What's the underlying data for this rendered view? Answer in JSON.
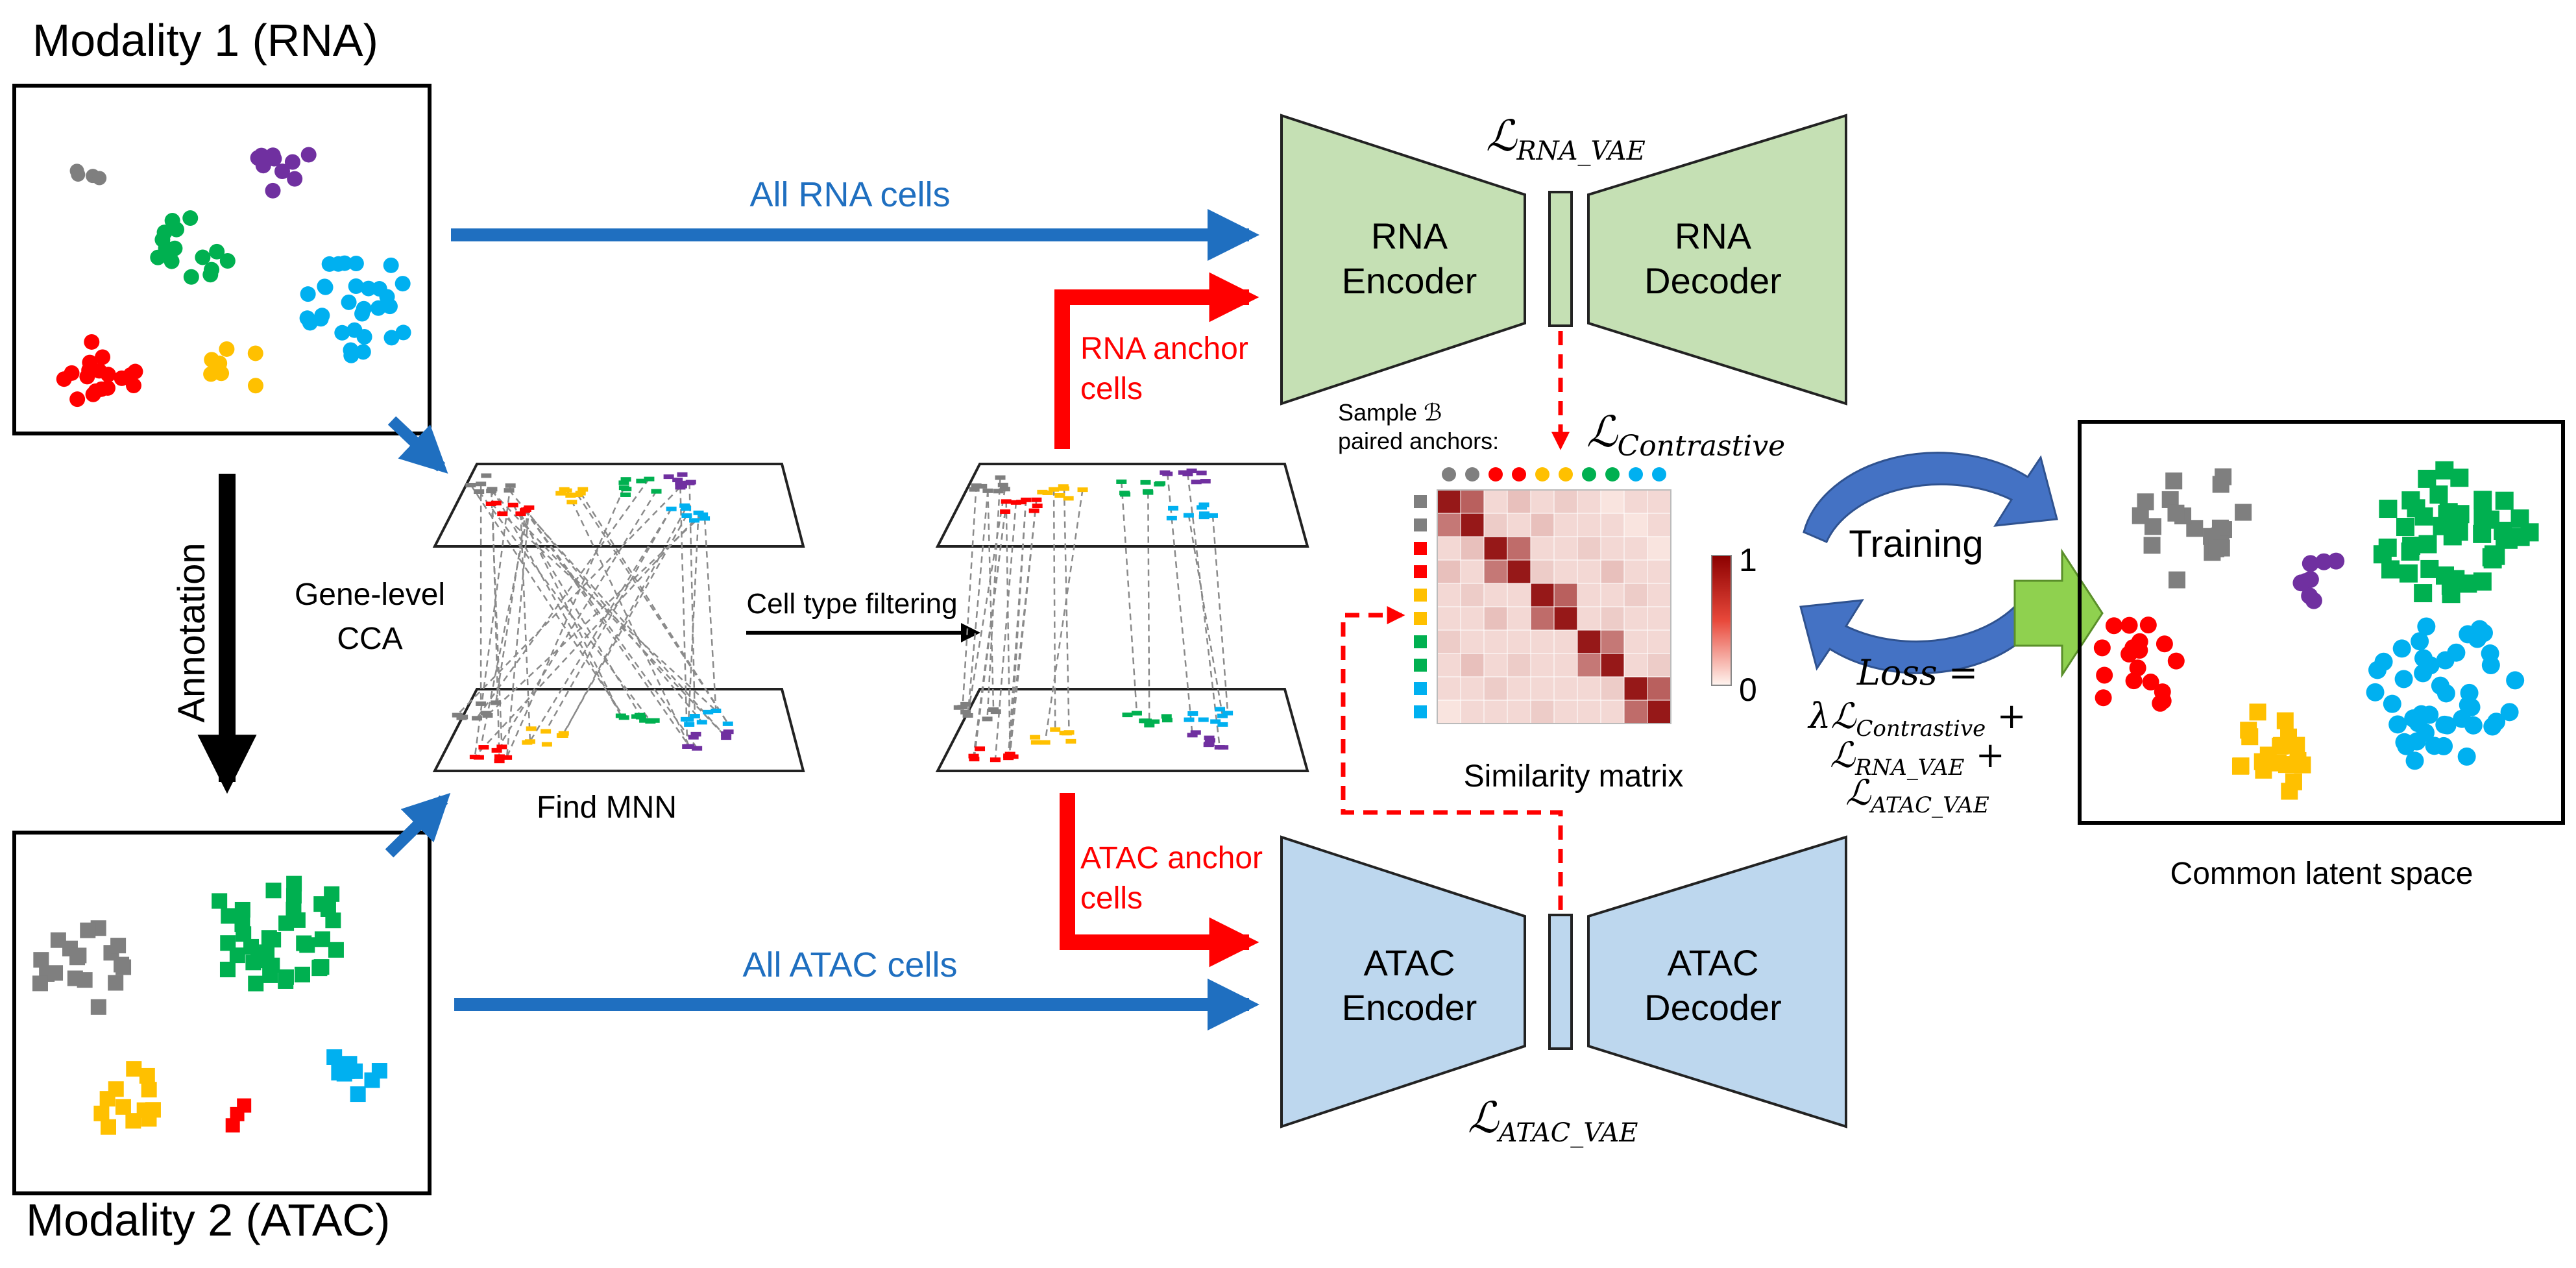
{
  "modality1": {
    "title": "Modality 1 (RNA)"
  },
  "modality2": {
    "title": "Modality 2 (ATAC)"
  },
  "annotation_label": "Annotation",
  "gene_cca": {
    "line1": "Gene-level",
    "line2": "CCA"
  },
  "find_mnn_label": "Find MNN",
  "cell_type_filtering_label": "Cell type filtering",
  "arrows": {
    "all_rna": "All RNA cells",
    "all_atac": "All ATAC cells",
    "rna_anchor": {
      "line1": "RNA anchor",
      "line2": "cells"
    },
    "atac_anchor": {
      "line1": "ATAC anchor",
      "line2": "cells"
    }
  },
  "rna_vae": {
    "encoder": {
      "line1": "RNA",
      "line2": "Encoder"
    },
    "decoder": {
      "line1": "RNA",
      "line2": "Decoder"
    },
    "loss_main": "ℒ",
    "loss_sub": "RNA_VAE"
  },
  "atac_vae": {
    "encoder": {
      "line1": "ATAC",
      "line2": "Encoder"
    },
    "decoder": {
      "line1": "ATAC",
      "line2": "Decoder"
    },
    "loss_main": "ℒ",
    "loss_sub": "ATAC_VAE"
  },
  "contrastive": {
    "sample": {
      "line1": "Sample ℬ",
      "line2": "paired anchors:"
    },
    "loss_main": "ℒ",
    "loss_sub": "Contrastive"
  },
  "similarity_matrix": {
    "label": "Similarity matrix",
    "scale_max": "1",
    "scale_min": "0",
    "anchor_colors": [
      "#7f7f7f",
      "#7f7f7f",
      "#ff0000",
      "#ff0000",
      "#ffc000",
      "#ffc000",
      "#00b050",
      "#00b050",
      "#00b0f0",
      "#00b0f0"
    ],
    "values": [
      [
        0.9,
        0.6,
        0.1,
        0.2,
        0.1,
        0.15,
        0.1,
        0.05,
        0.1,
        0.1
      ],
      [
        0.5,
        0.9,
        0.15,
        0.1,
        0.2,
        0.1,
        0.1,
        0.1,
        0.05,
        0.1
      ],
      [
        0.1,
        0.2,
        0.9,
        0.55,
        0.1,
        0.1,
        0.15,
        0.1,
        0.1,
        0.05
      ],
      [
        0.2,
        0.1,
        0.5,
        0.9,
        0.15,
        0.1,
        0.1,
        0.2,
        0.1,
        0.1
      ],
      [
        0.1,
        0.15,
        0.1,
        0.1,
        0.9,
        0.6,
        0.1,
        0.1,
        0.15,
        0.1
      ],
      [
        0.1,
        0.1,
        0.2,
        0.1,
        0.55,
        0.9,
        0.1,
        0.15,
        0.1,
        0.1
      ],
      [
        0.15,
        0.1,
        0.1,
        0.1,
        0.1,
        0.1,
        0.9,
        0.5,
        0.1,
        0.1
      ],
      [
        0.1,
        0.2,
        0.1,
        0.15,
        0.1,
        0.1,
        0.5,
        0.9,
        0.1,
        0.15
      ],
      [
        0.1,
        0.1,
        0.15,
        0.1,
        0.1,
        0.1,
        0.1,
        0.15,
        0.9,
        0.6
      ],
      [
        0.05,
        0.1,
        0.1,
        0.1,
        0.15,
        0.1,
        0.1,
        0.1,
        0.55,
        0.9
      ]
    ]
  },
  "training_label": "Training",
  "loss_formula": {
    "line1": "Loss =",
    "line2_main": "λℒ",
    "line2_sub": "Contrastive",
    "line2_tail": " +",
    "line3_main": "ℒ",
    "line3_sub": "RNA_VAE",
    "line3_tail": " +",
    "line4_main": "ℒ",
    "line4_sub": "ATAC_VAE"
  },
  "latent_space_label": "Common latent space",
  "colors": {
    "gray": "#7f7f7f",
    "purple": "#7030a0",
    "green": "#00b050",
    "cyan": "#00b0f0",
    "red": "#ff0000",
    "yellow": "#ffc000",
    "blue_arrow": "#1f6fc0",
    "red_arrow": "#ff0000",
    "rna_vae_fill": "#c5e0b4",
    "atac_vae_fill": "#bdd7ee",
    "latent_arrow": "#8fd14f"
  },
  "icons": [
    "cycle-arrows-icon",
    "block-arrow-icon",
    "heatmap-colorbar-icon"
  ]
}
